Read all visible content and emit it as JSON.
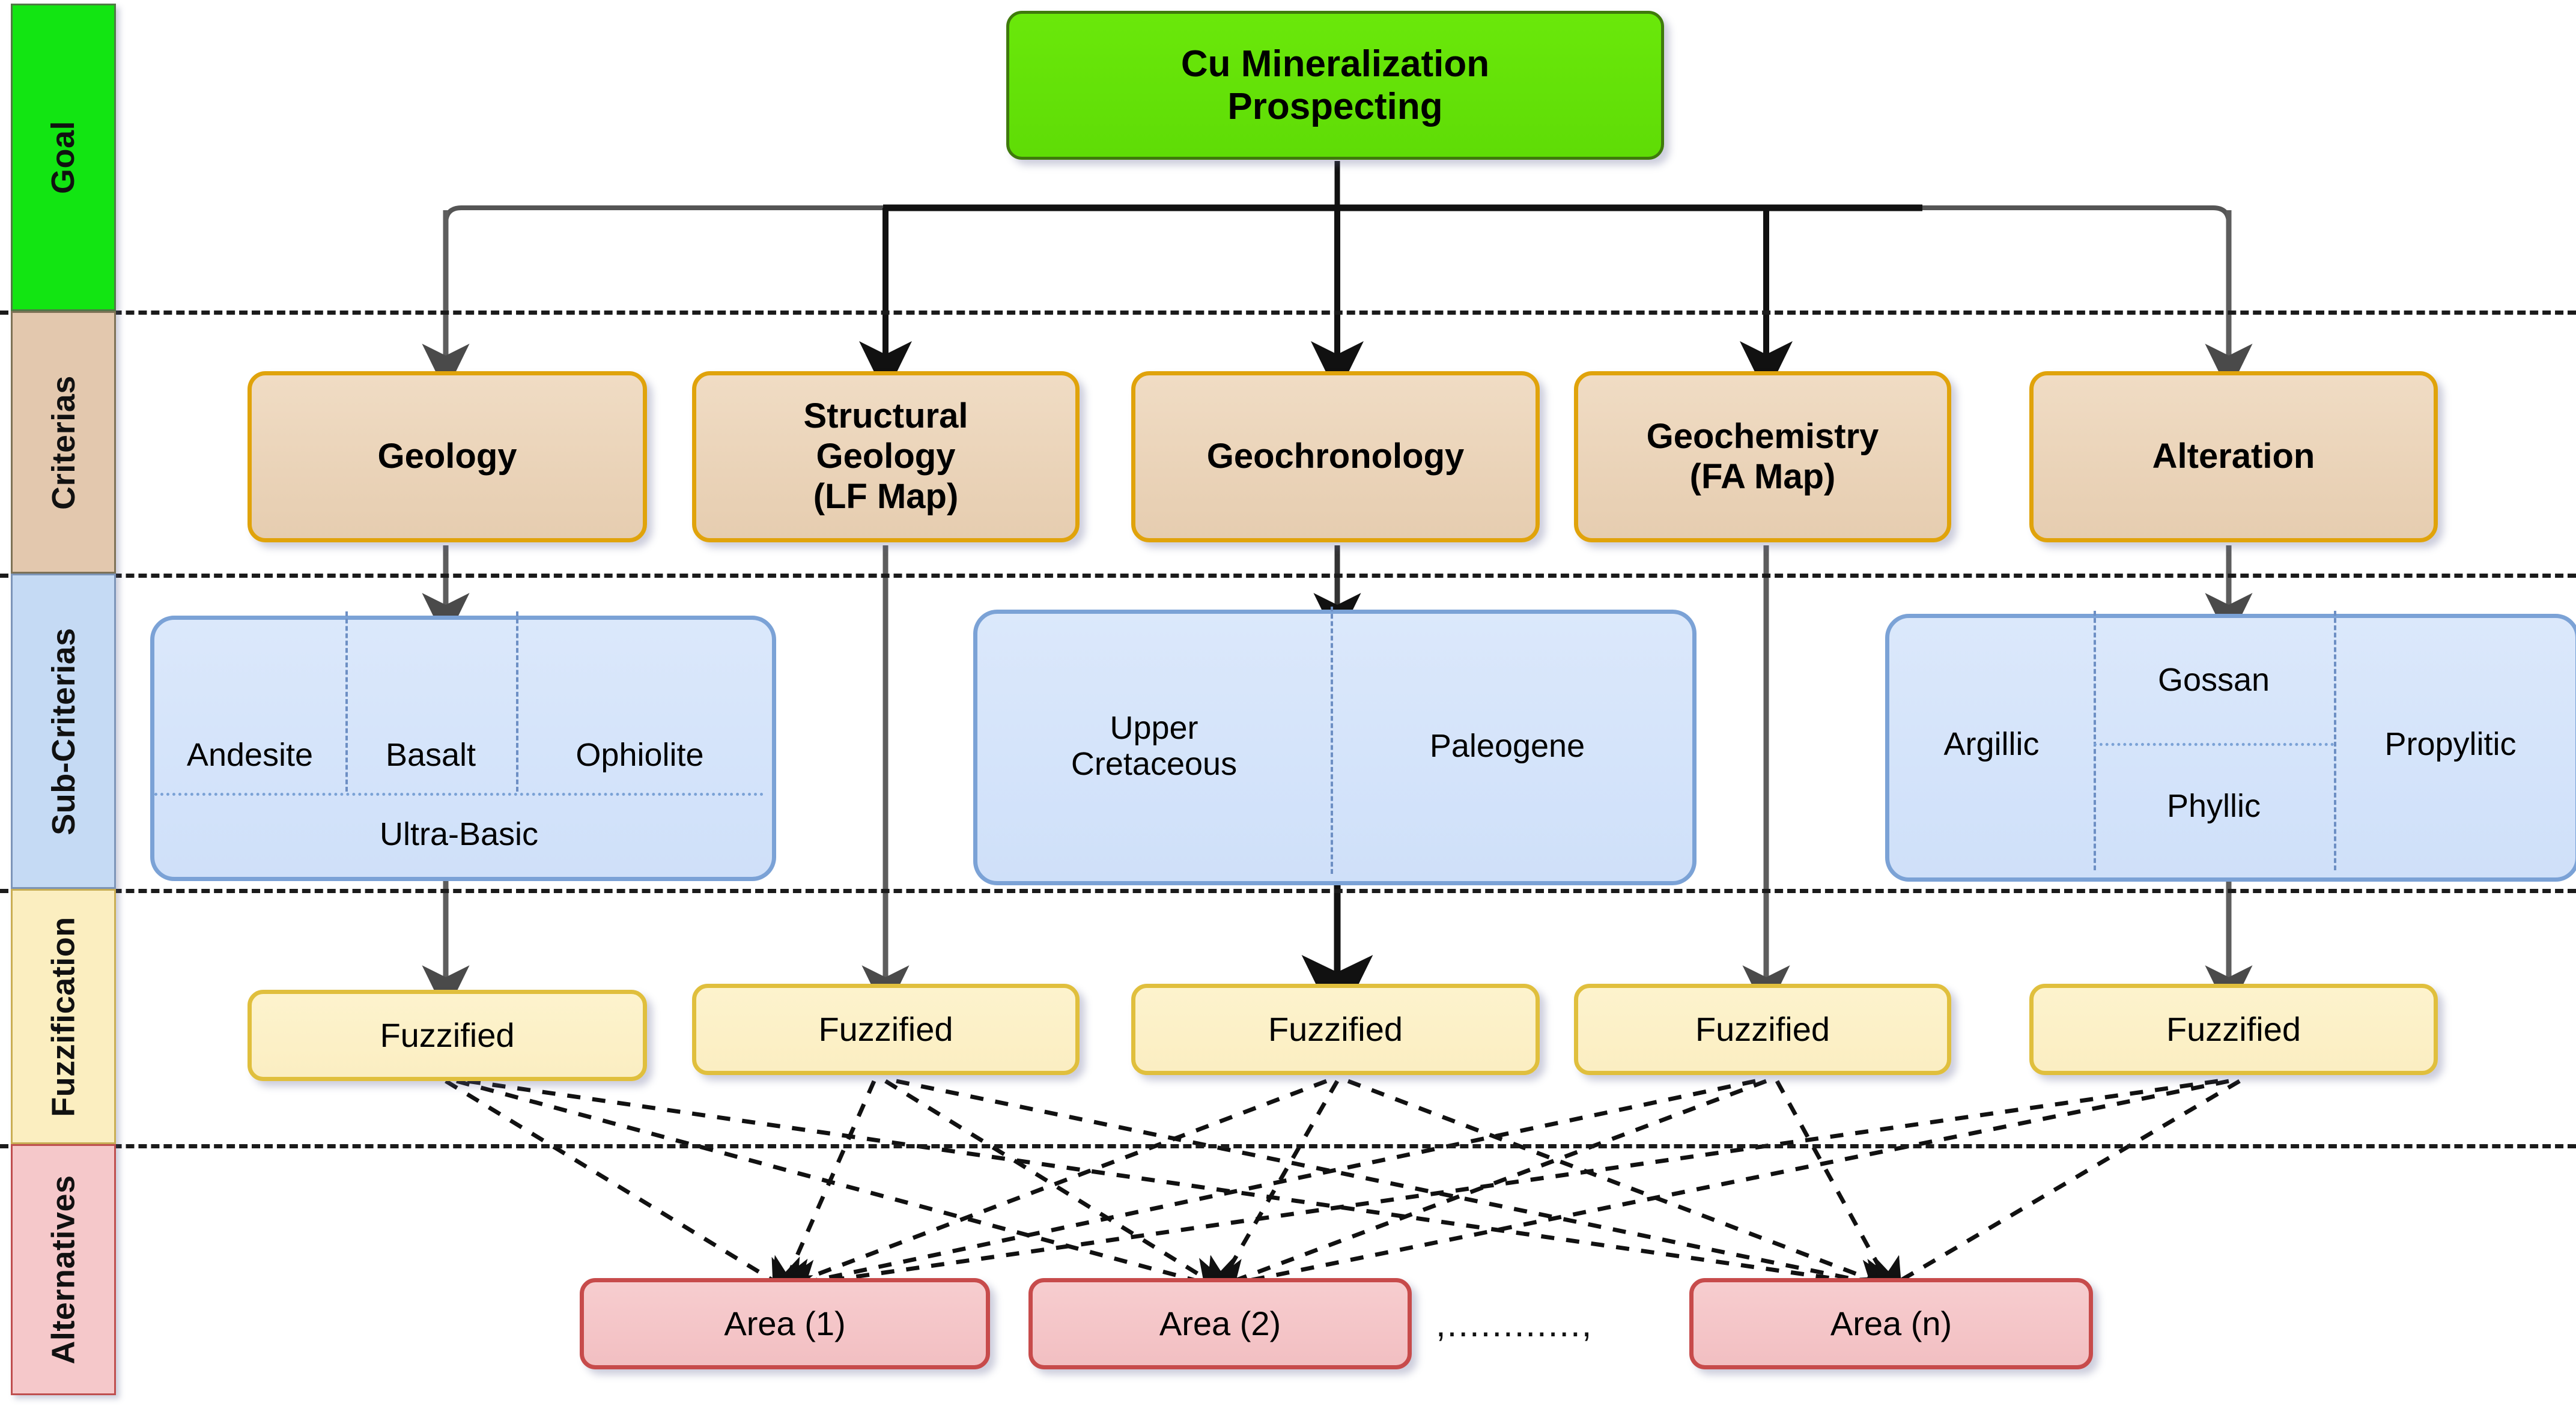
{
  "diagram": {
    "title": "Cu Mineralization Prospecting AHP hierarchy",
    "levels": [
      {
        "key": "goal",
        "label": "Goal",
        "color": "#12e512"
      },
      {
        "key": "criterias",
        "label": "Criterias",
        "color": "#e3c8ae"
      },
      {
        "key": "subcriterias",
        "label": "Sub-Criterias",
        "color": "#c5daf4"
      },
      {
        "key": "fuzzification",
        "label": "Fuzzification",
        "color": "#fbeec0"
      },
      {
        "key": "alternatives",
        "label": "Alternatives",
        "color": "#f5c8ca"
      }
    ]
  },
  "goal": {
    "label": "Cu Mineralization Prospecting"
  },
  "criteria": [
    {
      "label": "Geology"
    },
    {
      "label": "Structural Geology (LF Map)"
    },
    {
      "label": "Geochronology"
    },
    {
      "label": "Geochemistry (FA Map)"
    },
    {
      "label": "Alteration"
    }
  ],
  "subcriteria": {
    "geology": {
      "cells": [
        "Andesite",
        "Basalt",
        "Ophiolite",
        "Ultra-Basic"
      ]
    },
    "geochronology": {
      "cells": [
        "Upper Cretaceous",
        "Paleogene"
      ]
    },
    "alteration": {
      "cells": [
        "Argillic",
        "Gossan",
        "Phyllic",
        "Propylitic"
      ]
    }
  },
  "fuzzification": {
    "nodes": [
      {
        "label": "Fuzzified"
      },
      {
        "label": "Fuzzified"
      },
      {
        "label": "Fuzzified"
      },
      {
        "label": "Fuzzified"
      },
      {
        "label": "Fuzzified"
      }
    ]
  },
  "alternatives": {
    "nodes": [
      {
        "label": "Area (1)"
      },
      {
        "label": "Area (2)"
      },
      {
        "label": "Area (n)"
      }
    ],
    "ellipsis": ",............,"
  },
  "colors": {
    "goal_fill": "#6ae80a",
    "goal_border": "#3f7a0c",
    "criteria_fill": "#e6cdb0",
    "criteria_border": "#e0a30b",
    "subcriteria_fill": "#cfe0f9",
    "subcriteria_border": "#7ba2d6",
    "fuzzification_fill": "#fbeec2",
    "fuzzification_border": "#e0bf3d",
    "alternatives_fill": "#f2bfc2",
    "alternatives_border": "#c74b4b",
    "connector": "#3a3a3a"
  }
}
